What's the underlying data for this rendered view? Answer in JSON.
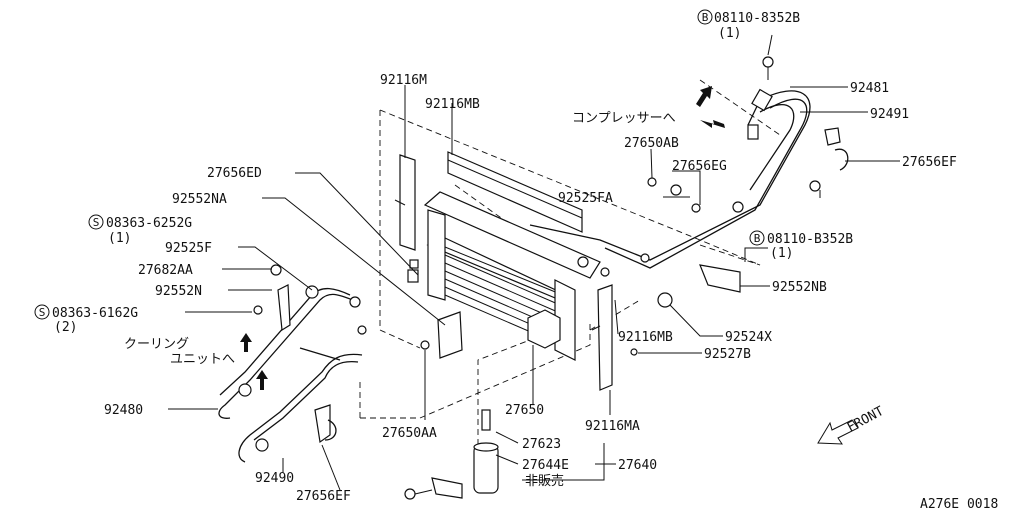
{
  "labels": {
    "b_bolt_top": "08110-8352B",
    "b_bolt_top_qty": "(1)",
    "p92481": "92481",
    "p92491": "92491",
    "to_compressor": "コンプレッサーへ",
    "p27650AB": "27650AB",
    "p27656EF_right": "27656EF",
    "p92116M": "92116M",
    "p92116MB_top": "92116MB",
    "p27656EG": "27656EG",
    "p27656ED": "27656ED",
    "p92525FA": "92525FA",
    "p92552NA": "92552NA",
    "s_screw_top": "08363-6252G",
    "s_screw_top_qty": "(1)",
    "b_bolt_mid": "08110-B352B",
    "b_bolt_mid_qty": "(1)",
    "p92525F": "92525F",
    "p27682AA": "27682AA",
    "p92552NB": "92552NB",
    "p92552N": "92552N",
    "s_screw_bot": "08363-6162G",
    "s_screw_bot_qty": "(2)",
    "p92524X": "92524X",
    "p92116MB_bot": "92116MB",
    "cooling_unit_1": "クーリング",
    "cooling_unit_2": "ユニットへ",
    "p92527B": "92527B",
    "p92480": "92480",
    "p27650": "27650",
    "p92116MA": "92116MA",
    "p27650AA": "27650AA",
    "p27623": "27623",
    "p27644E": "27644E",
    "p27640": "27640",
    "p92490": "92490",
    "not_for_sale": "非販売",
    "p27656EF_bot": "27656EF",
    "front": "FRONT",
    "diagram_code": "A276E 0018",
    "b_mark": "B",
    "s_mark": "S"
  },
  "icons": [
    "up-arrow-icon",
    "front-arrow-icon"
  ]
}
